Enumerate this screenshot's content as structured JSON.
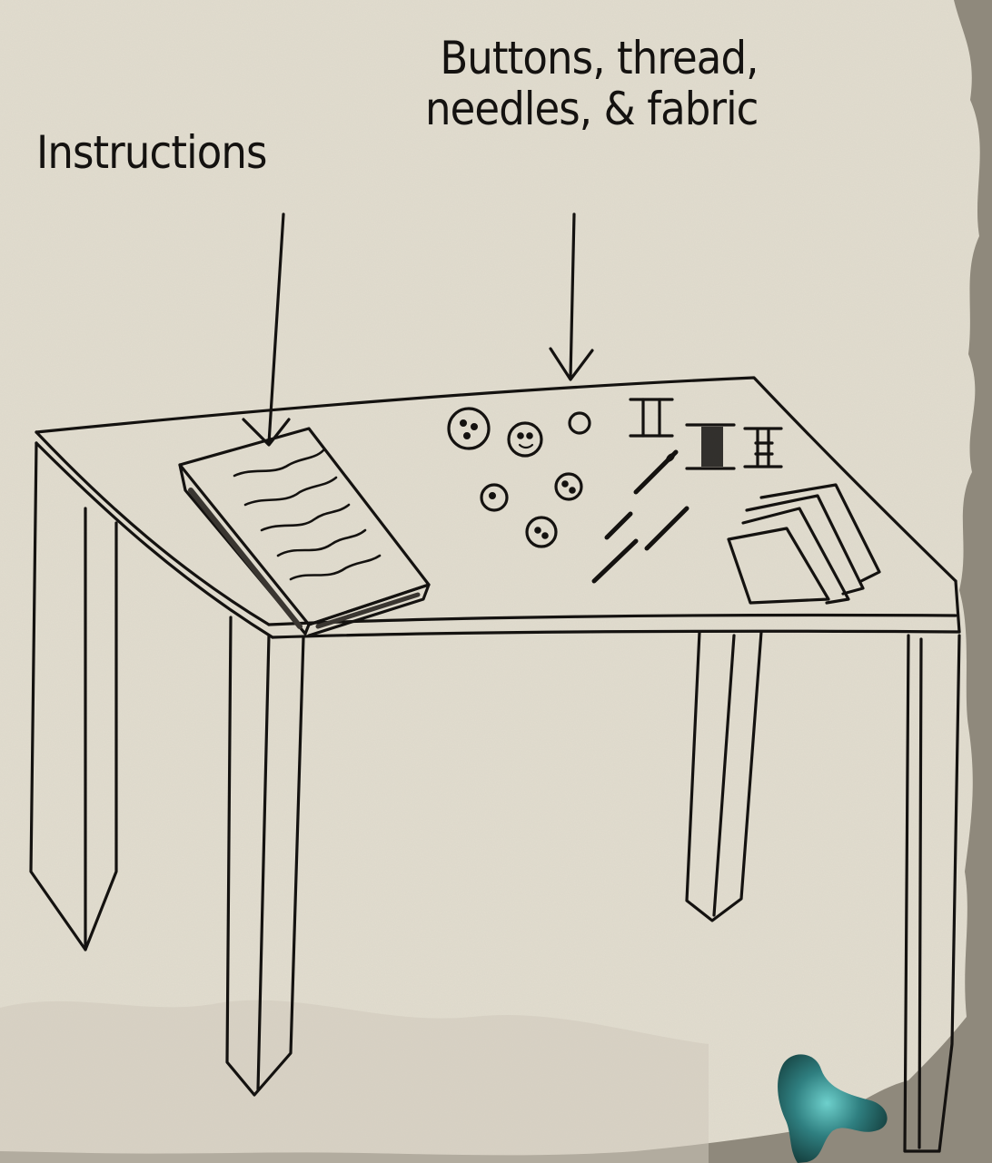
{
  "labels": {
    "instructions": "Instructions",
    "supplies_line1": "Buttons, thread,",
    "supplies_line2": "needles, & fabric"
  },
  "colors": {
    "paper": "#e2ddcf",
    "ink": "#141210",
    "shadow": "#8f897c",
    "teal_blot": "#2f7f80"
  }
}
